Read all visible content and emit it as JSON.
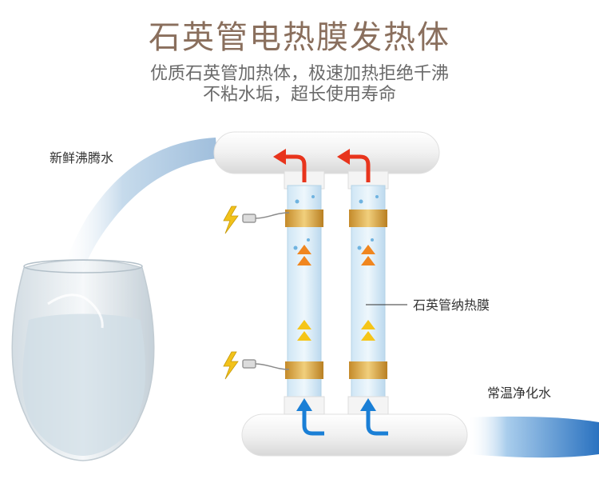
{
  "header": {
    "title": "石英管电热膜发热体",
    "subtitle_line1": "优质石英管加热体，极速加热拒绝千沸",
    "subtitle_line2": "不粘水垢，超长使用寿命"
  },
  "labels": {
    "fresh_water": "新鲜沸腾水",
    "quartz_membrane": "石英管纳热膜",
    "normal_water": "常温净化水"
  },
  "colors": {
    "title": "#8a6f5d",
    "hot_arrow": "#e8341c",
    "cold_arrow": "#1a7fd6",
    "heat_arrow": "#f0a020",
    "heat_band": "#d9a441",
    "lightning": "#f2c21a"
  },
  "icons": [
    "lightning-icon",
    "hot-water-arrow-icon",
    "cold-water-arrow-icon",
    "heat-arrow-icon",
    "glass-of-water-icon"
  ]
}
